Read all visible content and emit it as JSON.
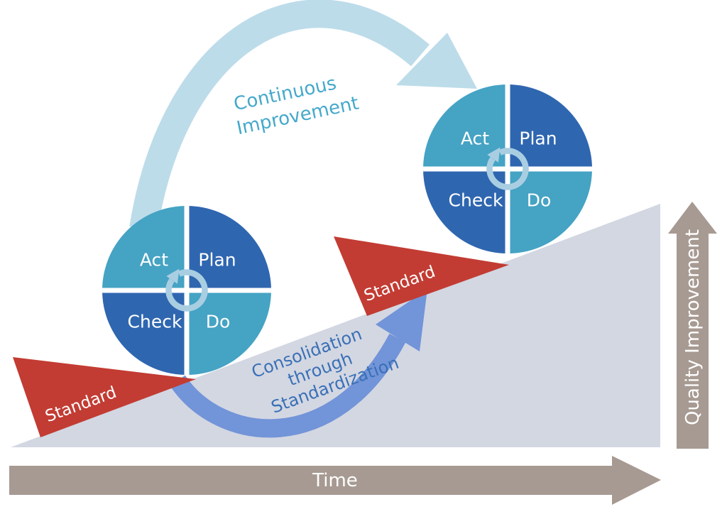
{
  "colors": {
    "teal": "#45A3C4",
    "dark_blue": "#2F66B0",
    "pale_arc": "#BDDCEA",
    "continuous_text": "#45A9CB",
    "arrow_blue": "#7294D8",
    "consolidation_text": "#3A70B6",
    "red": "#C23C33",
    "slope": "#D3D7E2",
    "taupe": "#A79A92",
    "hub": "#A9CEE2"
  },
  "cycle1": {
    "act": "Act",
    "plan": "Plan",
    "check": "Check",
    "do": "Do"
  },
  "cycle2": {
    "act": "Act",
    "plan": "Plan",
    "check": "Check",
    "do": "Do"
  },
  "wedges": {
    "first": "Standard",
    "second": "Standard"
  },
  "continuous_improvement": {
    "line1": "Continuous",
    "line2": "Improvement"
  },
  "consolidation": {
    "line1": "Consolidation",
    "line2": "through",
    "line3": "Standardization"
  },
  "time_axis": {
    "label": "Time"
  },
  "quality_axis": {
    "label": "Quality Improvement"
  },
  "icons": {
    "hub_icon": "rotation-arrow-icon"
  }
}
